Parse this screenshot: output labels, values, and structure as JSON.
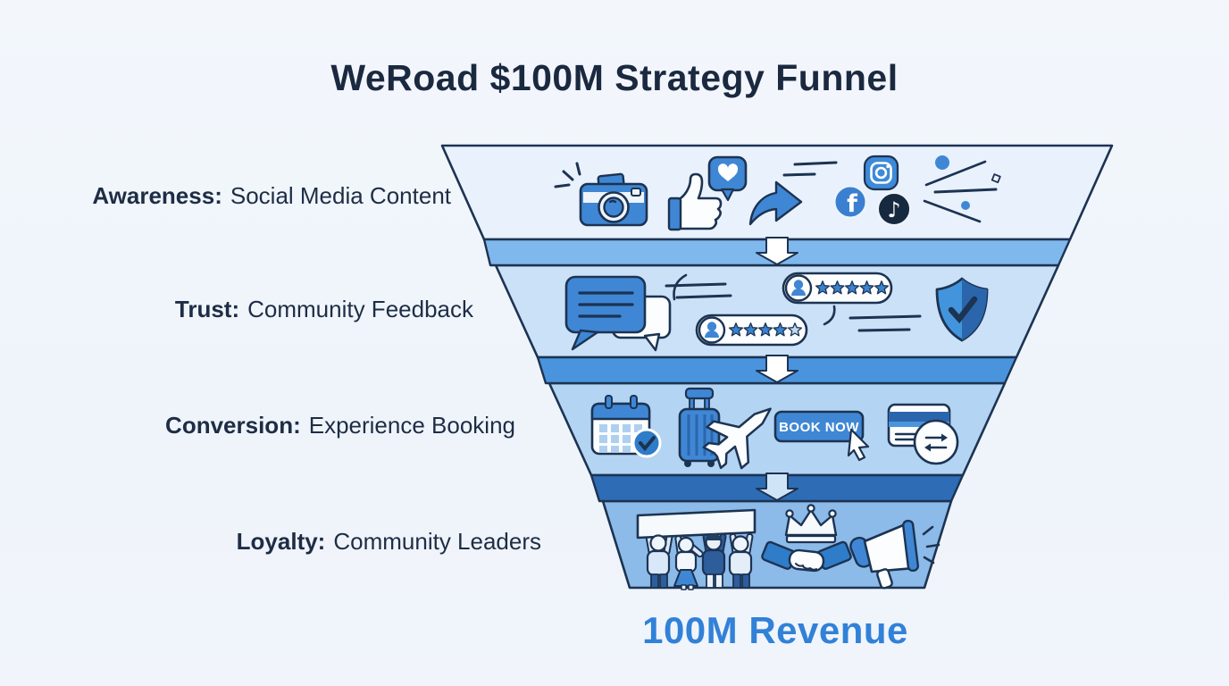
{
  "title": "WeRoad $100M Strategy Funnel",
  "revenue_label": "100M Revenue",
  "funnel": {
    "stages": [
      {
        "label_bold": "Awareness:",
        "label_rest": "Social Media Content",
        "fill": "#e9f1fc",
        "icons": [
          "camera-flash-icon",
          "thumbs-up-icon",
          "heart-like-icon",
          "share-arrow-icon",
          "instagram-icon",
          "facebook-icon",
          "tiktok-icon",
          "sparkle-dots"
        ]
      },
      {
        "label_bold": "Trust:",
        "label_rest": "Community Feedback",
        "fill": "#cbe1f7",
        "icons": [
          "chat-bubbles-icon",
          "five-star-review-pill",
          "four-star-review-pill",
          "verified-shield-icon"
        ]
      },
      {
        "label_bold": "Conversion:",
        "label_rest": "Experience Booking",
        "fill": "#b3d4f2",
        "icons": [
          "calendar-check-icon",
          "luggage-icon",
          "airplane-icon",
          "book-now-button",
          "cursor-icon",
          "credit-card-icon"
        ]
      },
      {
        "label_bold": "Loyalty:",
        "label_rest": "Community Leaders",
        "fill": "#8cbae9",
        "icons": [
          "community-banner-icon",
          "crown-icon",
          "handshake-icon",
          "megaphone-icon"
        ]
      }
    ],
    "bands": [
      {
        "fill": "#7fb8ed"
      },
      {
        "fill": "#4a94dd"
      },
      {
        "fill": "#2e6cb5"
      }
    ],
    "arrow_fills": [
      "#ffffff",
      "#ffffff",
      "#cfe4f7"
    ],
    "book_now_label": "BOOK NOW",
    "reviews": [
      {
        "rating": 5,
        "max": 5
      },
      {
        "rating": 4,
        "max": 5
      }
    ]
  },
  "social": {
    "facebook_glyph": "f",
    "tiktok_glyph": "♪"
  },
  "colors": {
    "outline_navy": "#1c3352",
    "icon_blue": "#3f87d4",
    "icon_dark_blue": "#2b66ac",
    "star_filled": "#3b82d0",
    "star_empty": "#c3dbf2",
    "revenue_text": "#3181d8",
    "title_text": "#1b2940",
    "background": "#f1f5fb"
  }
}
